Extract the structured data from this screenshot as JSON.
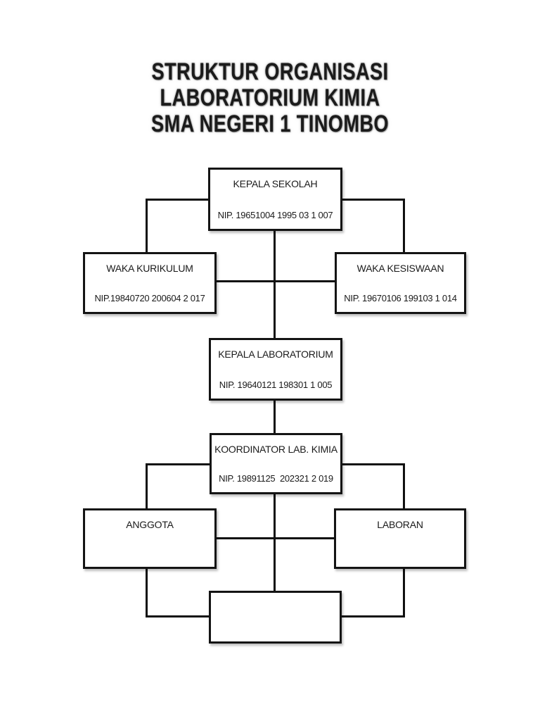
{
  "page": {
    "background_color": "#ffffff",
    "ink_color": "#141414",
    "title_lines": [
      "STRUKTUR ORGANISASI",
      "LABORATORIUM KIMIA",
      "SMA NEGERI 1 TINOMBO"
    ]
  },
  "org_chart": {
    "type": "organizational-diagram",
    "line_color": "#101010",
    "box_fill": "#ffffff",
    "box_border": "#141414",
    "nodes": [
      {
        "id": "kepala-sekolah",
        "title": "KEPALA SEKOLAH",
        "nip": "NIP. 19651004 1995 03 1 007"
      },
      {
        "id": "waka-kurikulum",
        "title": "WAKA KURIKULUM",
        "nip": "NIP.19840720 200604 2 017"
      },
      {
        "id": "waka-kesiswaan",
        "title": "WAKA KESISWAAN",
        "nip": "NIP. 19670106 199103 1 014"
      },
      {
        "id": "kepala-laboratorium",
        "title": "KEPALA LABORATORIUM",
        "nip": "NIP. 19640121 198301 1 005"
      },
      {
        "id": "koordinator-lab-kimia",
        "title": "KOORDINATOR LAB. KIMIA",
        "nip": "NIP. 19891125  202321 2 019"
      },
      {
        "id": "anggota",
        "title": "ANGGOTA",
        "nip": ""
      },
      {
        "id": "laboran",
        "title": "LABORAN",
        "nip": ""
      },
      {
        "id": "kotak-kosong-bawah",
        "title": "",
        "nip": ""
      }
    ],
    "edges": [
      {
        "from": "kepala-sekolah",
        "to": "waka-kurikulum"
      },
      {
        "from": "kepala-sekolah",
        "to": "waka-kesiswaan"
      },
      {
        "from": "kepala-sekolah",
        "to": "kepala-laboratorium"
      },
      {
        "from": "waka-kurikulum",
        "to": "waka-kesiswaan"
      },
      {
        "from": "kepala-laboratorium",
        "to": "koordinator-lab-kimia"
      },
      {
        "from": "koordinator-lab-kimia",
        "to": "anggota"
      },
      {
        "from": "koordinator-lab-kimia",
        "to": "laboran"
      },
      {
        "from": "koordinator-lab-kimia",
        "to": "kotak-kosong-bawah"
      },
      {
        "from": "anggota",
        "to": "laboran"
      },
      {
        "from": "anggota",
        "to": "kotak-kosong-bawah"
      },
      {
        "from": "laboran",
        "to": "kotak-kosong-bawah"
      }
    ]
  }
}
